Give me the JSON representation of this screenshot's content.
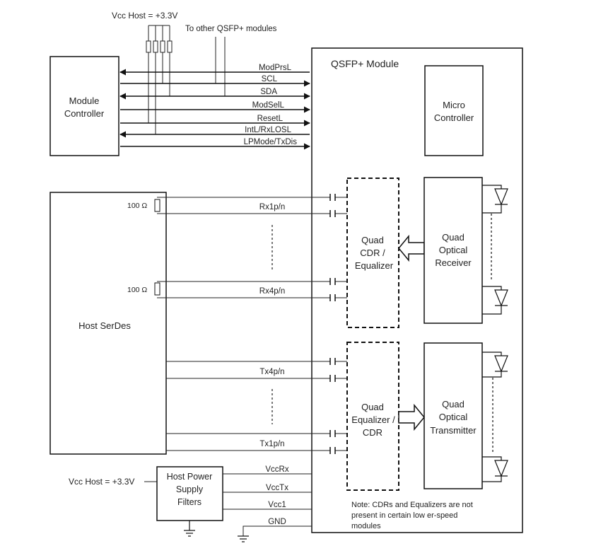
{
  "vcc_host_top": "Vcc Host = +3.3V",
  "other_modules_note": "To other QSFP+ modules",
  "module_controller": {
    "line1": "Module",
    "line2": "Controller"
  },
  "qsfp_module_title": "QSFP+ Module",
  "micro_controller": {
    "line1": "Micro",
    "line2": "Controller"
  },
  "control_signals": [
    "ModPrsL",
    "SCL",
    "SDA",
    "ModSelL",
    "ResetL",
    "IntL/RxLOSL",
    "LPMode/TxDis"
  ],
  "host_serdes": "Host SerDes",
  "termination_top": "100 Ω",
  "termination_bottom": "100 Ω",
  "rx_signals": [
    "Rx1p/n",
    "Rx4p/n"
  ],
  "tx_signals": [
    "Tx4p/n",
    "Tx1p/n"
  ],
  "rx_cdr": {
    "line1": "Quad",
    "line2": "CDR /",
    "line3": "Equalizer"
  },
  "tx_cdr": {
    "line1": "Quad",
    "line2": "Equalizer /",
    "line3": "CDR"
  },
  "optical_receiver": {
    "line1": "Quad",
    "line2": "Optical",
    "line3": "Receiver"
  },
  "optical_transmitter": {
    "line1": "Quad",
    "line2": "Optical",
    "line3": "Transmitter"
  },
  "vcc_host_bottom": "Vcc Host = +3.3V",
  "power_filters": {
    "line1": "Host Power",
    "line2": "Supply",
    "line3": "Filters"
  },
  "power_rails": [
    "VccRx",
    "VccTx",
    "Vcc1",
    "GND"
  ],
  "note": {
    "line1": "Note:  CDRs  and Equalizers  are not",
    "line2": "present in certain low er-speed",
    "line3": "modules"
  }
}
